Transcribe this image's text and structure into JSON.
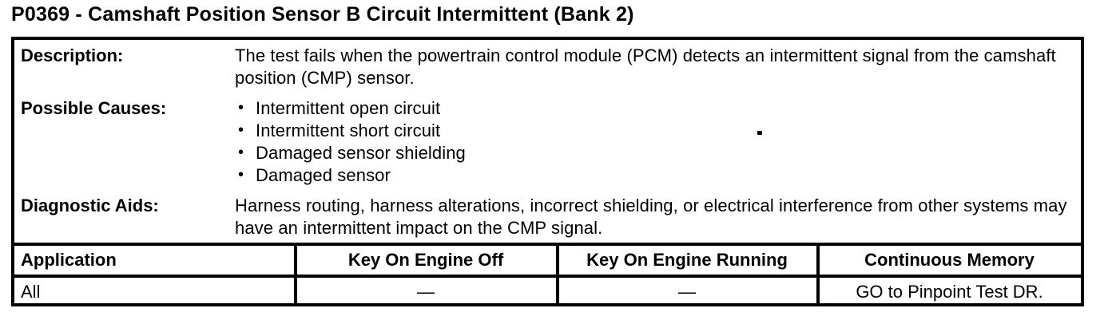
{
  "title": "P0369 - Camshaft Position Sensor B Circuit Intermittent (Bank 2)",
  "info_rows": [
    {
      "label": "Description:",
      "text": "The test fails when the powertrain control module (PCM) detects an intermittent signal from the camshaft position (CMP) sensor."
    },
    {
      "label": "Possible Causes:",
      "bullets": [
        "Intermittent open circuit",
        "Intermittent short circuit",
        "Damaged sensor shielding",
        "Damaged sensor"
      ]
    },
    {
      "label": "Diagnostic Aids:",
      "text": "Harness routing, harness alterations, incorrect shielding, or electrical interference from other systems may have an intermittent impact on the CMP signal."
    }
  ],
  "table": {
    "headers": [
      "Application",
      "Key On Engine Off",
      "Key On Engine Running",
      "Continuous Memory"
    ],
    "rows": [
      [
        "All",
        "—",
        "—",
        "GO to Pinpoint Test DR."
      ]
    ]
  },
  "colors": {
    "text": "#000000",
    "background": "#ffffff",
    "border": "#000000"
  }
}
